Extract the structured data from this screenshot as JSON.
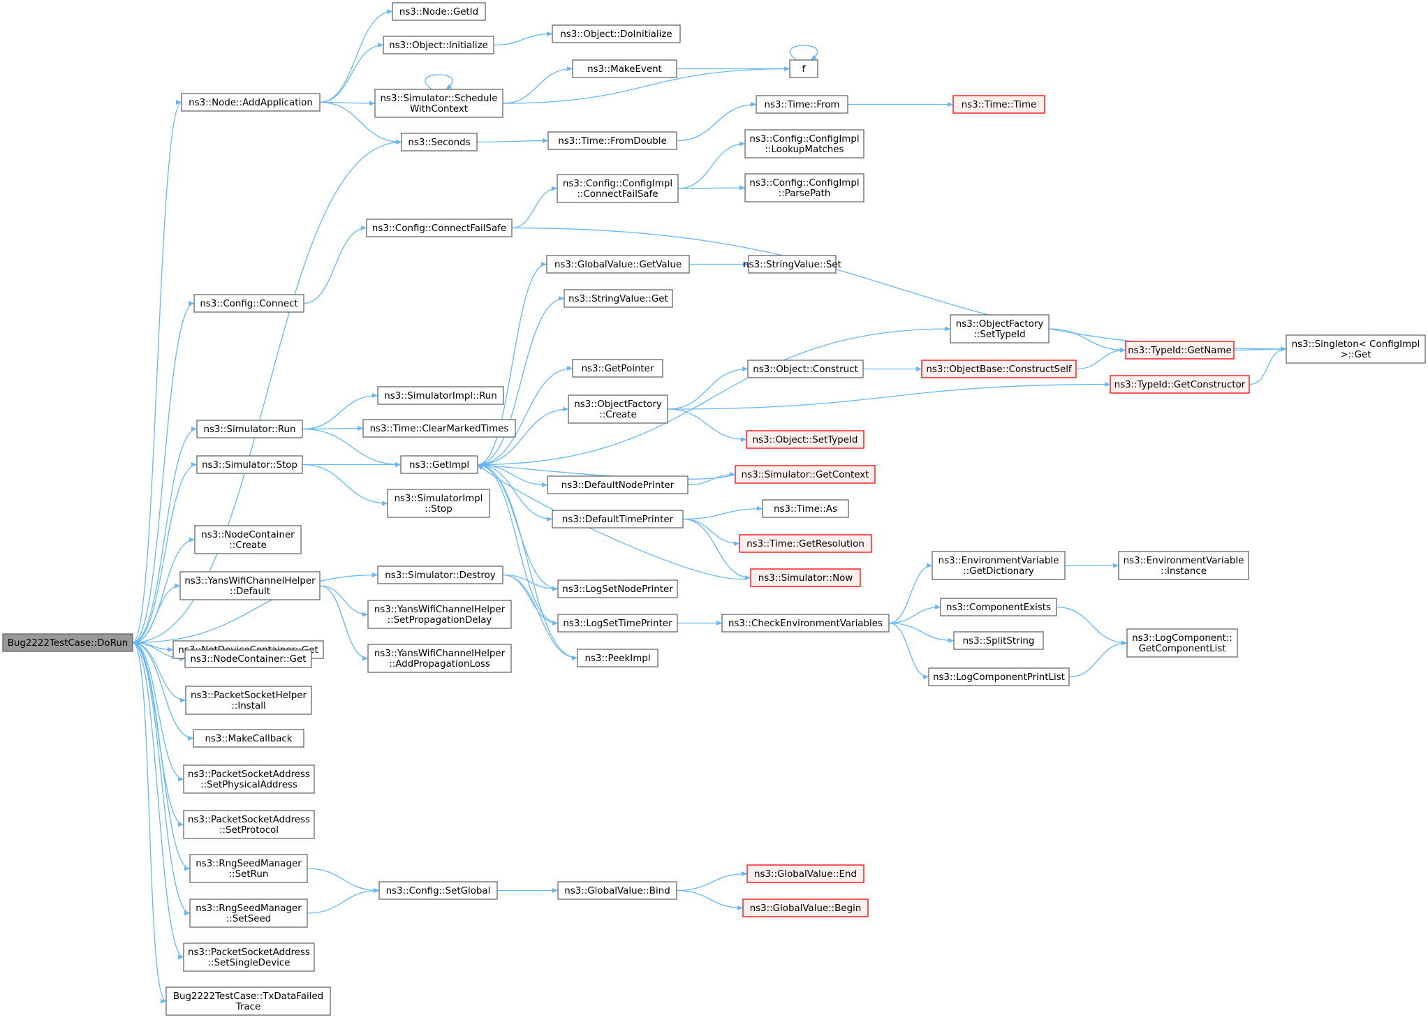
{
  "colors": {
    "edge": "#63b8ff",
    "node_border": "#666666",
    "node_fill": "#ffffff",
    "truncated_border": "#ff0000",
    "truncated_fill": "#fff0f0",
    "root_fill": "#999999",
    "root_border": "#666666"
  },
  "nodes": [
    {
      "id": "root",
      "lines": [
        "Bug2222TestCase::DoRun"
      ],
      "kind": "root"
    },
    {
      "id": "addapp",
      "lines": [
        "ns3::Node::AddApplication"
      ]
    },
    {
      "id": "seconds",
      "lines": [
        "ns3::Seconds"
      ]
    },
    {
      "id": "cfgconnect",
      "lines": [
        "ns3::Config::Connect"
      ]
    },
    {
      "id": "simrun",
      "lines": [
        "ns3::Simulator::Run"
      ]
    },
    {
      "id": "simstop",
      "lines": [
        "ns3::Simulator::Stop"
      ]
    },
    {
      "id": "simdestroy",
      "lines": [
        "ns3::Simulator::Destroy"
      ]
    },
    {
      "id": "ncreate",
      "lines": [
        "ns3::NodeContainer",
        "::Create"
      ]
    },
    {
      "id": "yansdef",
      "lines": [
        "ns3::YansWifiChannelHelper",
        "::Default"
      ]
    },
    {
      "id": "ndcget",
      "lines": [
        "ns3::NetDeviceContainer::Get"
      ]
    },
    {
      "id": "ncget",
      "lines": [
        "ns3::NodeContainer::Get"
      ]
    },
    {
      "id": "psinstall",
      "lines": [
        "ns3::PacketSocketHelper",
        "::Install"
      ]
    },
    {
      "id": "mkcallback",
      "lines": [
        "ns3::MakeCallback"
      ]
    },
    {
      "id": "pssetphys",
      "lines": [
        "ns3::PacketSocketAddress",
        "::SetPhysicalAddress"
      ]
    },
    {
      "id": "pssetproto",
      "lines": [
        "ns3::PacketSocketAddress",
        "::SetProtocol"
      ]
    },
    {
      "id": "rngsetrun",
      "lines": [
        "ns3::RngSeedManager",
        "::SetRun"
      ]
    },
    {
      "id": "rngsetseed",
      "lines": [
        "ns3::RngSeedManager",
        "::SetSeed"
      ]
    },
    {
      "id": "pssetsingle",
      "lines": [
        "ns3::PacketSocketAddress",
        "::SetSingleDevice"
      ]
    },
    {
      "id": "txfailed",
      "lines": [
        "Bug2222TestCase::TxDataFailed",
        "Trace"
      ]
    },
    {
      "id": "nodegetid",
      "lines": [
        "ns3::Node::GetId"
      ]
    },
    {
      "id": "objinit",
      "lines": [
        "ns3::Object::Initialize"
      ]
    },
    {
      "id": "schedctx",
      "lines": [
        "ns3::Simulator::Schedule",
        "WithContext"
      ]
    },
    {
      "id": "cfgcfs",
      "lines": [
        "ns3::Config::ConnectFailSafe"
      ]
    },
    {
      "id": "simimplrun",
      "lines": [
        "ns3::SimulatorImpl::Run"
      ]
    },
    {
      "id": "clearmarked",
      "lines": [
        "ns3::Time::ClearMarkedTimes"
      ]
    },
    {
      "id": "getimpl",
      "lines": [
        "ns3::GetImpl"
      ]
    },
    {
      "id": "simimplstop",
      "lines": [
        "ns3::SimulatorImpl",
        "::Stop"
      ]
    },
    {
      "id": "yanssetprop",
      "lines": [
        "ns3::YansWifiChannelHelper",
        "::SetPropagationDelay"
      ]
    },
    {
      "id": "yansaddloss",
      "lines": [
        "ns3::YansWifiChannelHelper",
        "::AddPropagationLoss"
      ]
    },
    {
      "id": "cfgsetglobal",
      "lines": [
        "ns3::Config::SetGlobal"
      ]
    },
    {
      "id": "objdoinit",
      "lines": [
        "ns3::Object::DoInitialize"
      ]
    },
    {
      "id": "makeevent",
      "lines": [
        "ns3::MakeEvent"
      ]
    },
    {
      "id": "timefromdouble",
      "lines": [
        "ns3::Time::FromDouble"
      ]
    },
    {
      "id": "implcfs",
      "lines": [
        "ns3::Config::ConfigImpl",
        "::ConnectFailSafe"
      ]
    },
    {
      "id": "gvgetvalue",
      "lines": [
        "ns3::GlobalValue::GetValue"
      ]
    },
    {
      "id": "svget",
      "lines": [
        "ns3::StringValue::Get"
      ]
    },
    {
      "id": "getpointer",
      "lines": [
        "ns3::GetPointer"
      ]
    },
    {
      "id": "ofcreate",
      "lines": [
        "ns3::ObjectFactory",
        "::Create"
      ]
    },
    {
      "id": "defnodeprinter",
      "lines": [
        "ns3::DefaultNodePrinter"
      ]
    },
    {
      "id": "deftimeprinter",
      "lines": [
        "ns3::DefaultTimePrinter"
      ]
    },
    {
      "id": "logsetnode",
      "lines": [
        "ns3::LogSetNodePrinter"
      ]
    },
    {
      "id": "logsettime",
      "lines": [
        "ns3::LogSetTimePrinter"
      ]
    },
    {
      "id": "peekimpl",
      "lines": [
        "ns3::PeekImpl"
      ]
    },
    {
      "id": "gvbind",
      "lines": [
        "ns3::GlobalValue::Bind"
      ]
    },
    {
      "id": "f",
      "lines": [
        "f"
      ]
    },
    {
      "id": "timefrom",
      "lines": [
        "ns3::Time::From"
      ]
    },
    {
      "id": "lookupmatches",
      "lines": [
        "ns3::Config::ConfigImpl",
        "::LookupMatches"
      ]
    },
    {
      "id": "parsepath",
      "lines": [
        "ns3::Config::ConfigImpl",
        "::ParsePath"
      ]
    },
    {
      "id": "svset",
      "lines": [
        "ns3::StringValue::Set"
      ]
    },
    {
      "id": "ofsettypeid",
      "lines": [
        "ns3::ObjectFactory",
        "::SetTypeId"
      ]
    },
    {
      "id": "objconstruct",
      "lines": [
        "ns3::Object::Construct"
      ]
    },
    {
      "id": "objsettypeid",
      "lines": [
        "ns3::Object::SetTypeId"
      ],
      "kind": "truncated"
    },
    {
      "id": "simgetcontext",
      "lines": [
        "ns3::Simulator::GetContext"
      ],
      "kind": "truncated"
    },
    {
      "id": "timeas",
      "lines": [
        "ns3::Time::As"
      ]
    },
    {
      "id": "timegetres",
      "lines": [
        "ns3::Time::GetResolution"
      ],
      "kind": "truncated"
    },
    {
      "id": "simnow",
      "lines": [
        "ns3::Simulator::Now"
      ],
      "kind": "truncated"
    },
    {
      "id": "checkenv",
      "lines": [
        "ns3::CheckEnvironmentVariables"
      ]
    },
    {
      "id": "gvend",
      "lines": [
        "ns3::GlobalValue::End"
      ],
      "kind": "truncated"
    },
    {
      "id": "gvbegin",
      "lines": [
        "ns3::GlobalValue::Begin"
      ],
      "kind": "truncated"
    },
    {
      "id": "timetime",
      "lines": [
        "ns3::Time::Time"
      ],
      "kind": "truncated"
    },
    {
      "id": "obconstructself",
      "lines": [
        "ns3::ObjectBase::ConstructSelf"
      ],
      "kind": "truncated"
    },
    {
      "id": "typeidgetname",
      "lines": [
        "ns3::TypeId::GetName"
      ],
      "kind": "truncated"
    },
    {
      "id": "typeidgetctor",
      "lines": [
        "ns3::TypeId::GetConstructor"
      ],
      "kind": "truncated"
    },
    {
      "id": "envgetdict",
      "lines": [
        "ns3::EnvironmentVariable",
        "::GetDictionary"
      ]
    },
    {
      "id": "compexists",
      "lines": [
        "ns3::ComponentExists"
      ]
    },
    {
      "id": "splitstring",
      "lines": [
        "ns3::SplitString"
      ]
    },
    {
      "id": "logcompprint",
      "lines": [
        "ns3::LogComponentPrintList"
      ]
    },
    {
      "id": "singletonget",
      "lines": [
        "ns3::Singleton< ConfigImpl",
        " >::Get"
      ]
    },
    {
      "id": "envinstance",
      "lines": [
        "ns3::EnvironmentVariable",
        "::Instance"
      ]
    },
    {
      "id": "logcompgetlist",
      "lines": [
        "ns3::LogComponent::",
        "GetComponentList"
      ]
    }
  ],
  "edges": [
    [
      "root",
      "addapp"
    ],
    [
      "root",
      "seconds"
    ],
    [
      "root",
      "cfgconnect"
    ],
    [
      "root",
      "simrun"
    ],
    [
      "root",
      "simstop"
    ],
    [
      "root",
      "simdestroy"
    ],
    [
      "root",
      "ncreate"
    ],
    [
      "root",
      "yansdef"
    ],
    [
      "root",
      "ndcget"
    ],
    [
      "root",
      "ncget"
    ],
    [
      "root",
      "psinstall"
    ],
    [
      "root",
      "mkcallback"
    ],
    [
      "root",
      "pssetphys"
    ],
    [
      "root",
      "pssetproto"
    ],
    [
      "root",
      "rngsetrun"
    ],
    [
      "root",
      "rngsetseed"
    ],
    [
      "root",
      "pssetsingle"
    ],
    [
      "root",
      "txfailed"
    ],
    [
      "addapp",
      "nodegetid"
    ],
    [
      "addapp",
      "objinit"
    ],
    [
      "addapp",
      "schedctx"
    ],
    [
      "addapp",
      "seconds"
    ],
    [
      "objinit",
      "objdoinit"
    ],
    [
      "schedctx",
      "schedctx"
    ],
    [
      "schedctx",
      "makeevent"
    ],
    [
      "schedctx",
      "f"
    ],
    [
      "makeevent",
      "f"
    ],
    [
      "f",
      "f"
    ],
    [
      "seconds",
      "timefromdouble"
    ],
    [
      "timefromdouble",
      "timefrom"
    ],
    [
      "timefrom",
      "timetime"
    ],
    [
      "cfgconnect",
      "cfgcfs"
    ],
    [
      "cfgcfs",
      "implcfs"
    ],
    [
      "cfgcfs",
      "singletonget"
    ],
    [
      "implcfs",
      "lookupmatches"
    ],
    [
      "implcfs",
      "parsepath"
    ],
    [
      "simrun",
      "simimplrun"
    ],
    [
      "simrun",
      "clearmarked"
    ],
    [
      "simrun",
      "getimpl"
    ],
    [
      "simstop",
      "getimpl"
    ],
    [
      "simstop",
      "simimplstop"
    ],
    [
      "simdestroy",
      "logsetnode"
    ],
    [
      "simdestroy",
      "logsettime"
    ],
    [
      "simdestroy",
      "peekimpl"
    ],
    [
      "yansdef",
      "yanssetprop"
    ],
    [
      "yansdef",
      "yansaddloss"
    ],
    [
      "rngsetrun",
      "cfgsetglobal"
    ],
    [
      "rngsetseed",
      "cfgsetglobal"
    ],
    [
      "cfgsetglobal",
      "gvbind"
    ],
    [
      "gvbind",
      "gvend"
    ],
    [
      "gvbind",
      "gvbegin"
    ],
    [
      "getimpl",
      "gvgetvalue"
    ],
    [
      "getimpl",
      "svget"
    ],
    [
      "getimpl",
      "ofsettypeid"
    ],
    [
      "getimpl",
      "getpointer"
    ],
    [
      "getimpl",
      "ofcreate"
    ],
    [
      "getimpl",
      "defnodeprinter"
    ],
    [
      "getimpl",
      "deftimeprinter"
    ],
    [
      "getimpl",
      "logsetnode"
    ],
    [
      "getimpl",
      "logsettime"
    ],
    [
      "getimpl",
      "peekimpl"
    ],
    [
      "gvgetvalue",
      "svset"
    ],
    [
      "ofsettypeid",
      "typeidgetname"
    ],
    [
      "ofcreate",
      "objconstruct"
    ],
    [
      "ofcreate",
      "typeidgetctor"
    ],
    [
      "ofcreate",
      "objsettypeid"
    ],
    [
      "objconstruct",
      "obconstructself"
    ],
    [
      "obconstructself",
      "typeidgetname"
    ],
    [
      "typeidgetname",
      "singletonget"
    ],
    [
      "typeidgetctor",
      "singletonget"
    ],
    [
      "defnodeprinter",
      "simgetcontext"
    ],
    [
      "simgetcontext",
      "getimpl"
    ],
    [
      "deftimeprinter",
      "timeas"
    ],
    [
      "deftimeprinter",
      "timegetres"
    ],
    [
      "deftimeprinter",
      "simnow"
    ],
    [
      "simnow",
      "getimpl"
    ],
    [
      "logsettime",
      "checkenv"
    ],
    [
      "checkenv",
      "envgetdict"
    ],
    [
      "checkenv",
      "compexists"
    ],
    [
      "checkenv",
      "splitstring"
    ],
    [
      "checkenv",
      "logcompprint"
    ],
    [
      "envgetdict",
      "envinstance"
    ],
    [
      "compexists",
      "logcompgetlist"
    ],
    [
      "logcompprint",
      "logcompgetlist"
    ]
  ]
}
